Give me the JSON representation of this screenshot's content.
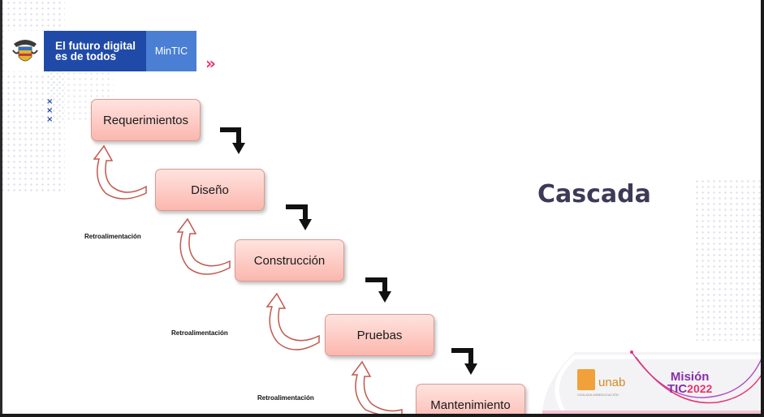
{
  "header": {
    "banner_line1": "El futuro digital",
    "banner_line2": "es de todos",
    "banner_tag": "MinTIC",
    "chevron": "»",
    "xmarks": [
      "×",
      "×",
      "×"
    ]
  },
  "diagram": {
    "title": "Cascada",
    "stages": [
      "Requerimientos",
      "Diseño",
      "Construcción",
      "Pruebas",
      "Mantenimiento"
    ],
    "feedback_labels": [
      "Retroalimentación",
      "Retroalimentación",
      "Retroalimentación"
    ]
  },
  "footer": {
    "unab_name": "unab",
    "unab_sub": "VIGILADA MINEDUCACIÓN",
    "mision_line1": "Misión",
    "mision_line2": "TIC",
    "mision_year": "2022"
  },
  "colors": {
    "box_top": "#ffe3df",
    "box_bottom": "#fbb7ae",
    "box_border": "#d99a92",
    "feedback_arrow": "#c2584e",
    "title": "#3c3a57",
    "gov_blue": "#1f4aa8",
    "accent_pink": "#e6336f"
  },
  "icons": {
    "seal": "colombia-coat-of-arms-icon",
    "flow_arrow": "bent-down-arrow-icon",
    "feedback_arrow": "curved-return-arrow-icon"
  }
}
